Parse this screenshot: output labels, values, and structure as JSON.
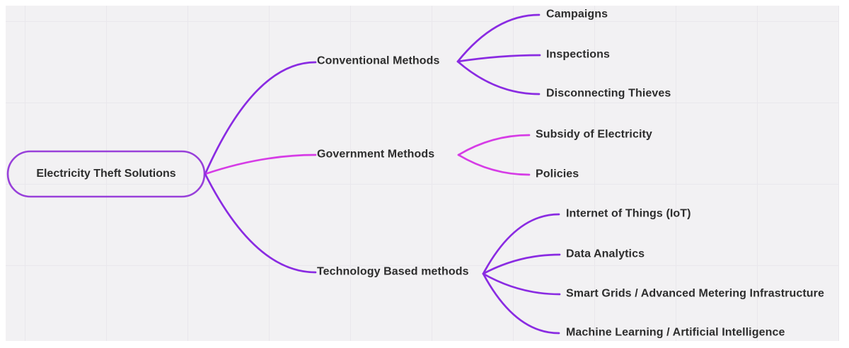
{
  "page": {
    "background": "#ffffff"
  },
  "canvas": {
    "background": "#f2f1f3",
    "grid_color": "#e9e7ec"
  },
  "root": {
    "label": "Electricity Theft Solutions",
    "border_color": "#9840da",
    "text_color": "#2d2d2d"
  },
  "branches": [
    {
      "label": "Conventional Methods",
      "color": "#8a2be2",
      "children": [
        "Campaigns",
        "Inspections",
        "Disconnecting Thieves"
      ]
    },
    {
      "label": "Government Methods",
      "color": "#d63ce6",
      "children": [
        "Subsidy of Electricity",
        "Policies"
      ]
    },
    {
      "label": "Technology Based methods",
      "color": "#8a2be2",
      "children": [
        "Internet of Things (IoT)",
        "Data Analytics",
        "Smart Grids / Advanced Metering Infrastructure",
        "Machine Learning / Artificial Intelligence"
      ]
    }
  ]
}
